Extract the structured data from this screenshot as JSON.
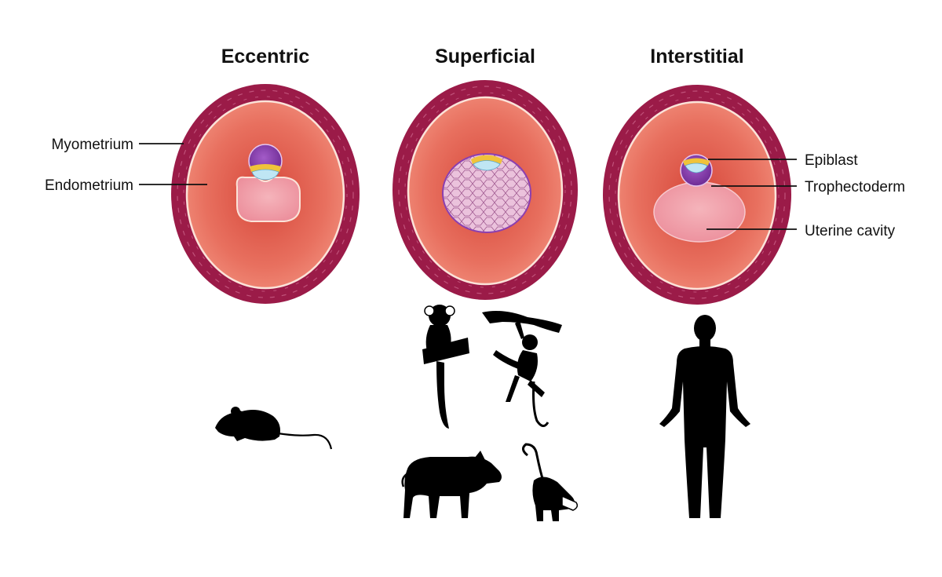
{
  "titles": {
    "eccentric": "Eccentric",
    "superficial": "Superficial",
    "interstitial": "Interstitial"
  },
  "labels": {
    "myometrium": "Myometrium",
    "endometrium": "Endometrium",
    "epiblast": "Epiblast",
    "trophectoderm": "Trophectoderm",
    "uterine_cavity": "Uterine cavity"
  },
  "icons": {
    "eccentric": [
      "mouse-icon"
    ],
    "superficial": [
      "marmoset-icon",
      "spider-monkey-icon",
      "pig-icon",
      "opossum-icon"
    ],
    "interstitial": [
      "human-icon"
    ]
  },
  "colors": {
    "myometrium": "#9b1b48",
    "endometrium": "#ea7868",
    "endometrium_center": "#d94a3c",
    "endometrium_border": "#fbe3d9",
    "uterine_cavity": "#f2a3ac",
    "embryo": "#8b3fb0",
    "epiblast": "#bfe6f4",
    "hypoblast": "#f0c33a",
    "trophoblast_mass": "#e6b9d6",
    "silhouette": "#000000"
  }
}
